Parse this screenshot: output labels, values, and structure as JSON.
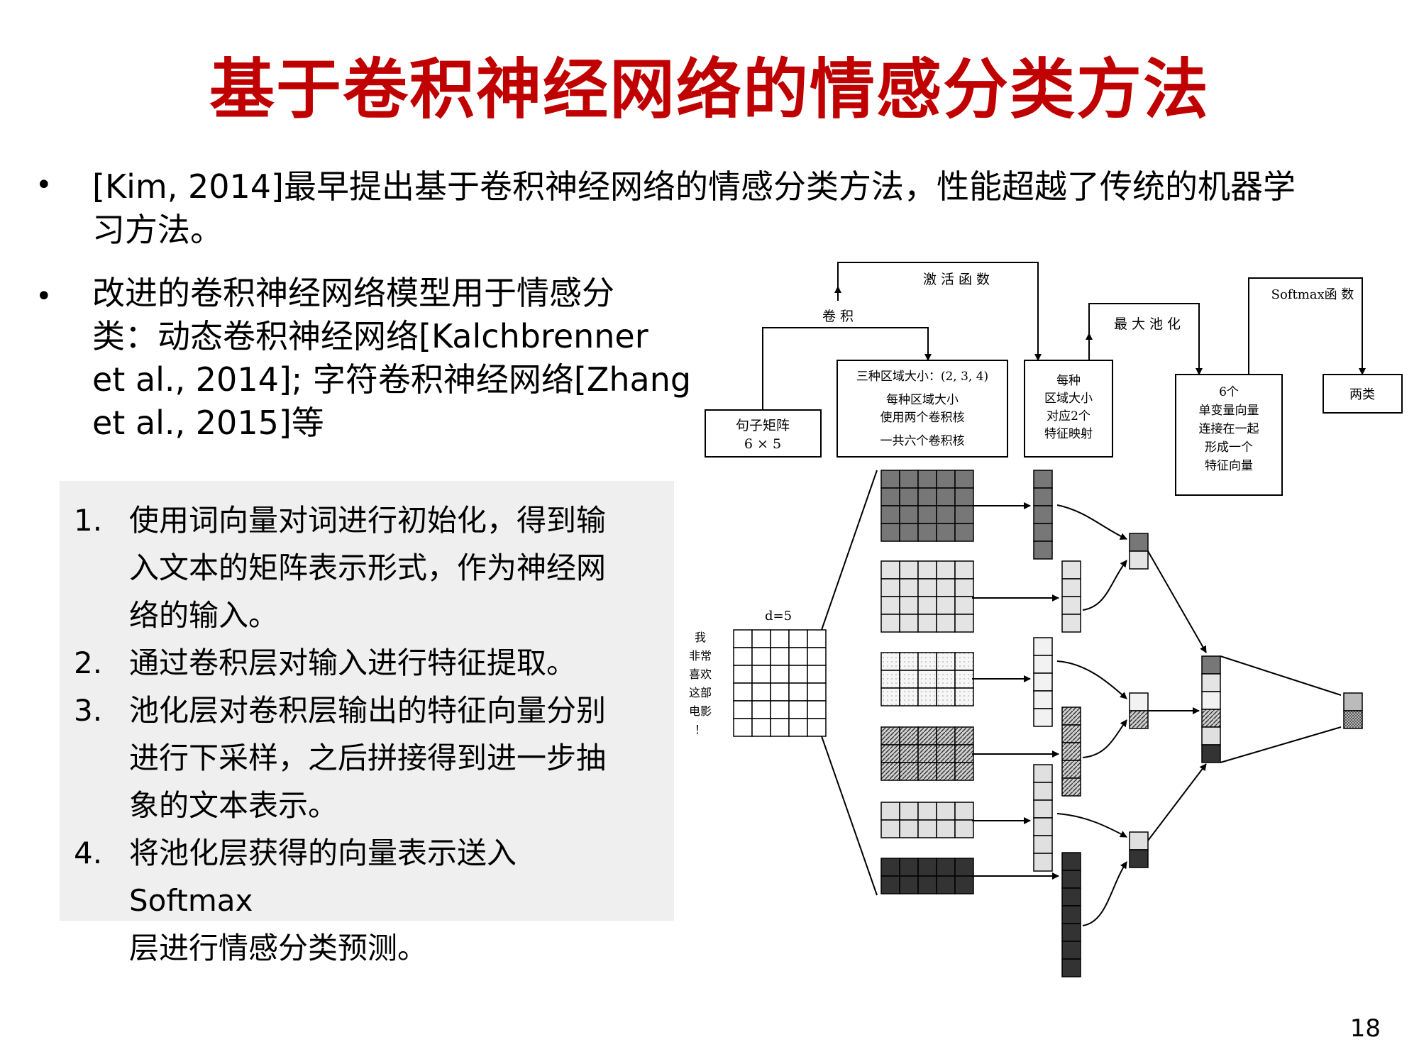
{
  "title": "基于卷积神经网络的情感分类方法",
  "bullets": [
    {
      "line1": "[Kim, 2014]最早提出基于卷积神经网络的情感分类方法，性能超越了传统的机器学",
      "line2": "习方法。"
    },
    {
      "lines": [
        "改进的卷积神经网络模型用于情感分",
        "类：动态卷积神经网络[Kalchbrenner",
        "et al., 2014]; 字符卷积神经网络[Zhang",
        "et al., 2015]等"
      ]
    }
  ],
  "steps": [
    {
      "num": "1.",
      "lines": [
        "使用词向量对词进行初始化，得到输",
        "入文本的矩阵表示形式，作为神经网",
        "络的输入。"
      ]
    },
    {
      "num": "2.",
      "lines": [
        "通过卷积层对输入进行特征提取。"
      ]
    },
    {
      "num": "3.",
      "lines": [
        "池化层对卷积层输出的特征向量分别",
        "进行下采样，之后拼接得到进一步抽",
        "象的文本表示。"
      ]
    },
    {
      "num": "4.",
      "lines": [
        "将池化层获得的向量表示送入Softmax",
        "层进行情感分类预测。"
      ]
    }
  ],
  "diagram": {
    "labels": {
      "activation": "激 活 函 数",
      "conv": "卷 积",
      "maxpool": "最 大 池 化",
      "softmax": "Softmax函 数"
    },
    "boxes": {
      "sentence": [
        "句子矩阵",
        "6 × 5"
      ],
      "regions": [
        "三种区域大小：(2, 3, 4)",
        "每种区域大小",
        "使用两个卷积核",
        "一共六个卷积核"
      ],
      "maps": [
        "每种",
        "区域大小",
        "对应2个",
        "特征映射"
      ],
      "vector": [
        "6个",
        "单变量向量",
        "连接在一起",
        "形成一个",
        "特征向量"
      ],
      "classes": [
        "两类"
      ]
    },
    "dim_label": "d=5",
    "sentence_chars": [
      "我",
      "非常",
      "喜欢",
      "这部",
      "电影",
      "！"
    ]
  },
  "page_number": "18"
}
